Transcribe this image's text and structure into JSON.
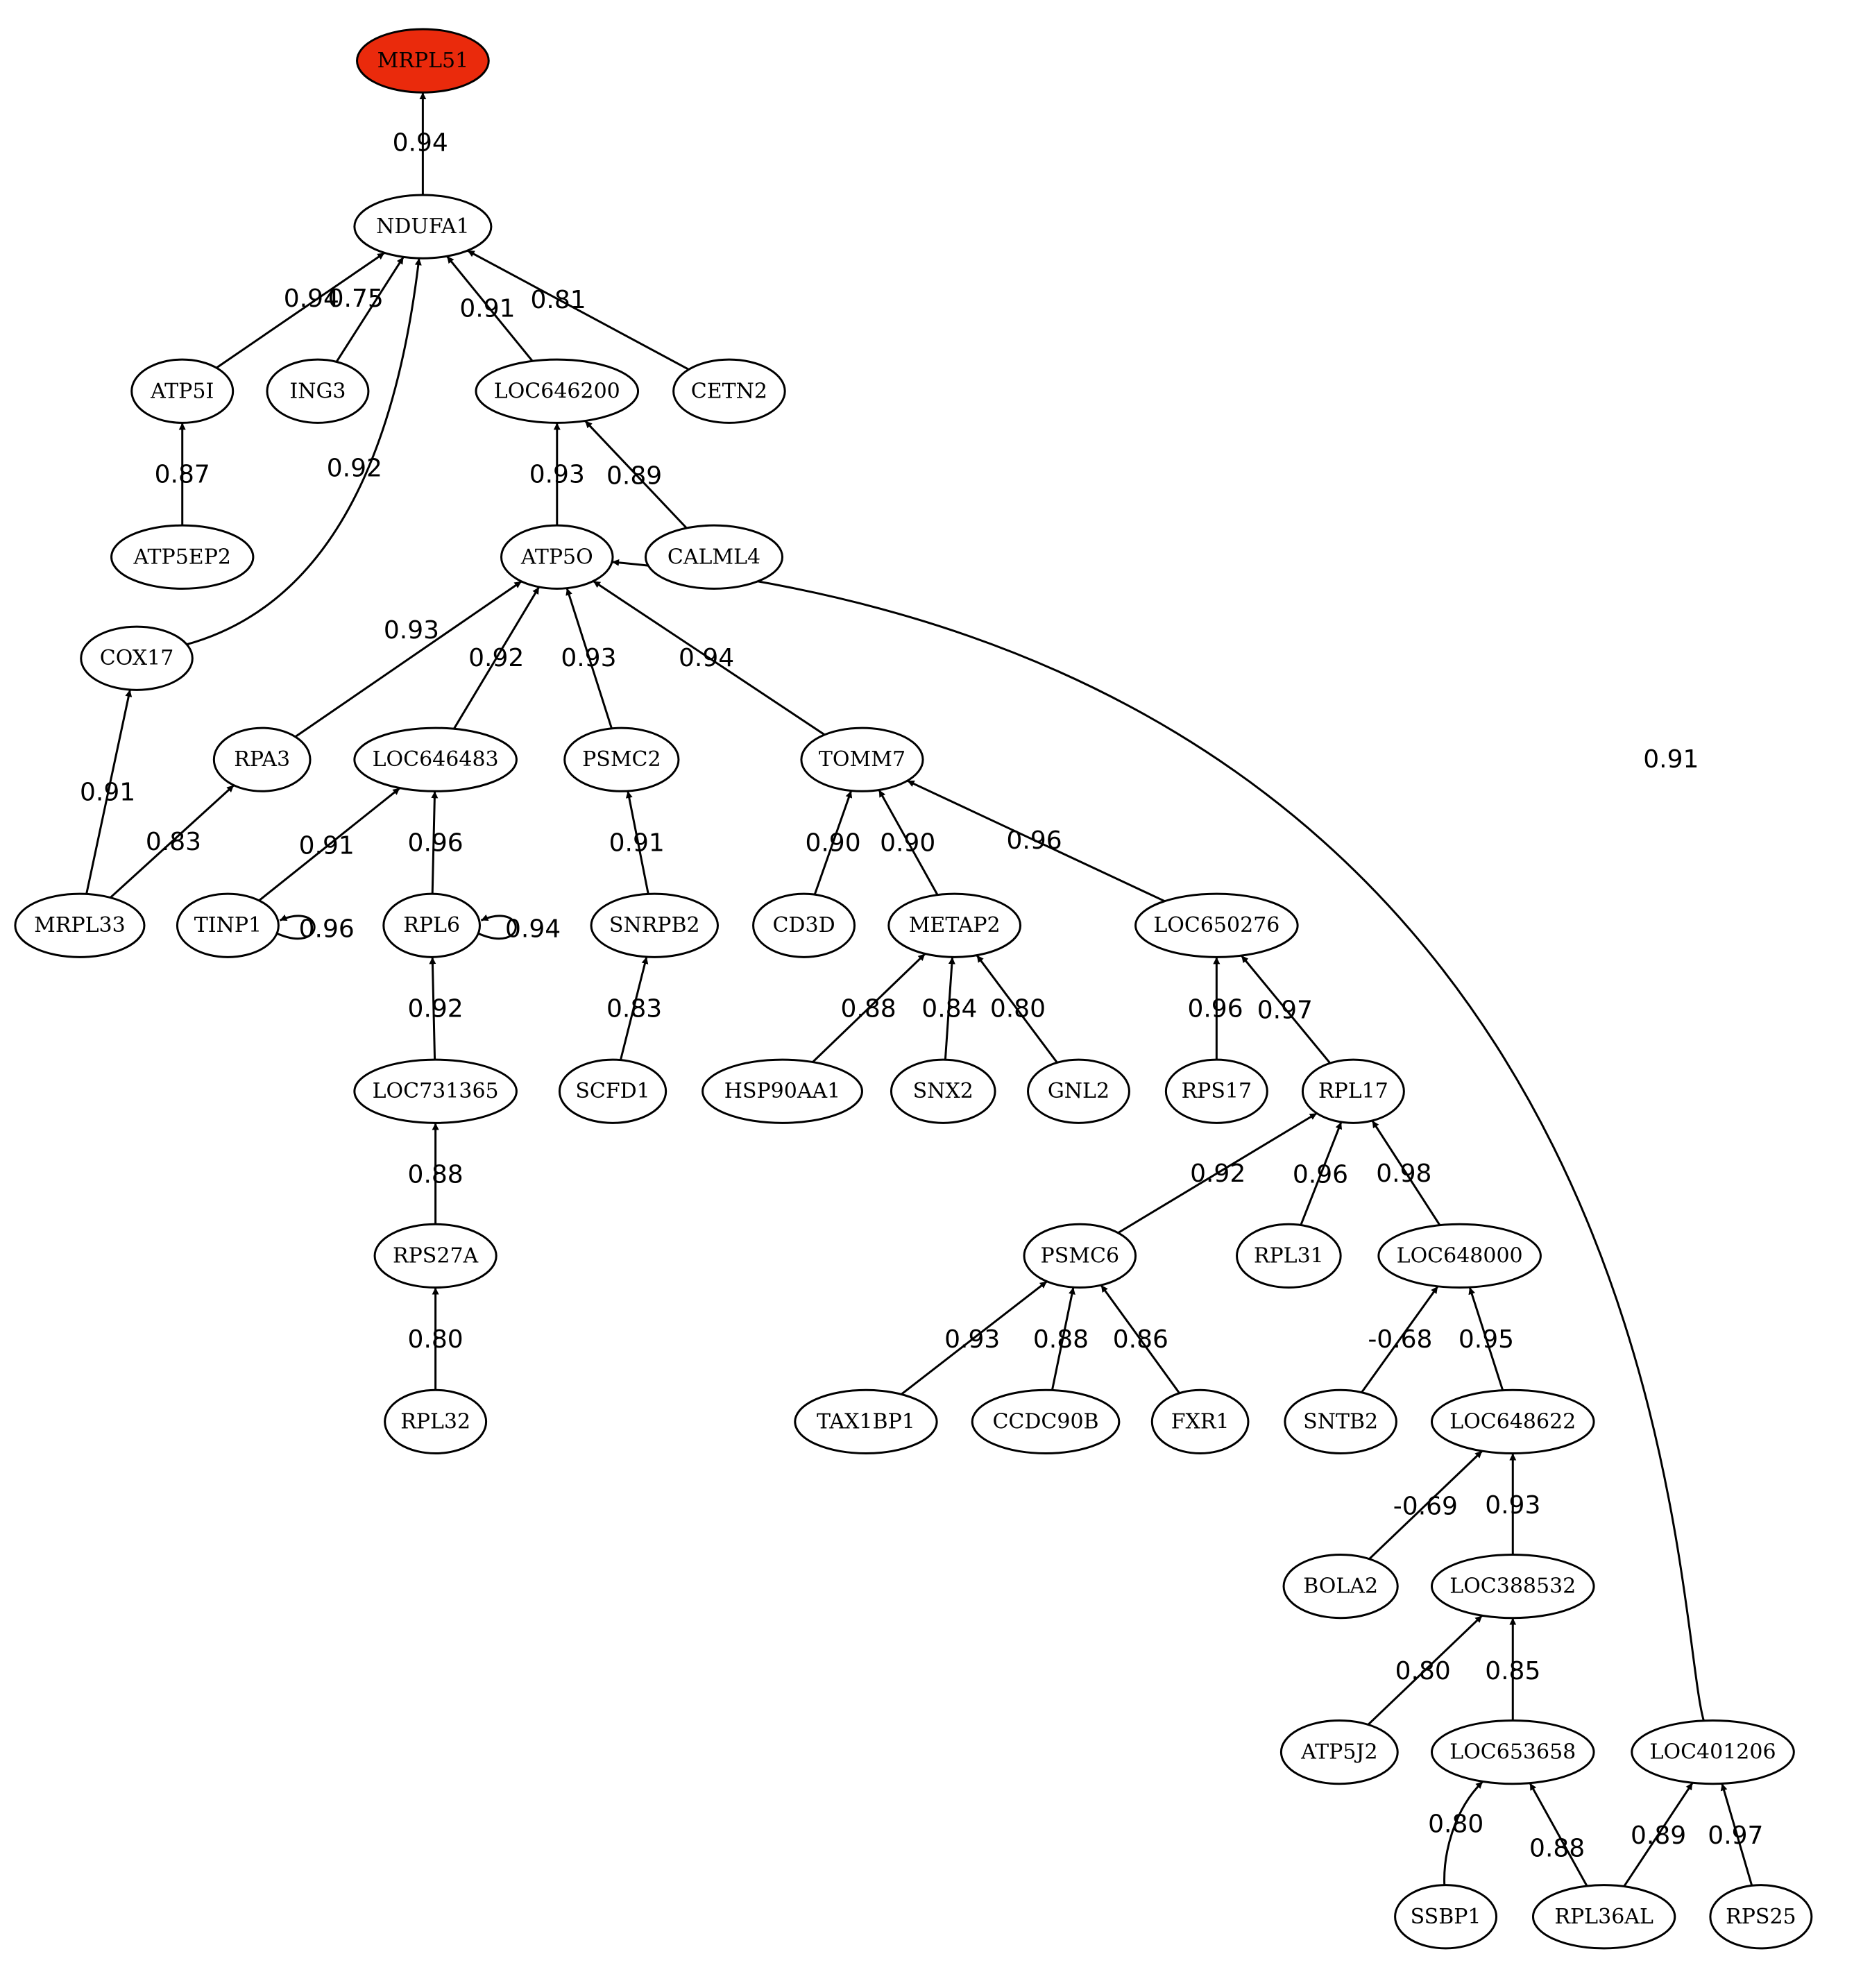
{
  "colors": {
    "root_fill": "#ea2a0c",
    "node_fill": "#ffffff",
    "stroke": "#000000"
  },
  "nodes": [
    {
      "id": "MRPL51",
      "label": "MRPL51",
      "root": true
    },
    {
      "id": "NDUFA1",
      "label": "NDUFA1"
    },
    {
      "id": "ATP5I",
      "label": "ATP5I"
    },
    {
      "id": "ING3",
      "label": "ING3"
    },
    {
      "id": "LOC646200",
      "label": "LOC646200"
    },
    {
      "id": "CETN2",
      "label": "CETN2"
    },
    {
      "id": "ATP5EP2",
      "label": "ATP5EP2"
    },
    {
      "id": "ATP5O",
      "label": "ATP5O"
    },
    {
      "id": "CALML4",
      "label": "CALML4"
    },
    {
      "id": "COX17",
      "label": "COX17"
    },
    {
      "id": "RPA3",
      "label": "RPA3"
    },
    {
      "id": "LOC646483",
      "label": "LOC646483"
    },
    {
      "id": "PSMC2",
      "label": "PSMC2"
    },
    {
      "id": "TOMM7",
      "label": "TOMM7"
    },
    {
      "id": "MRPL33",
      "label": "MRPL33"
    },
    {
      "id": "TINP1",
      "label": "TINP1"
    },
    {
      "id": "RPL6",
      "label": "RPL6"
    },
    {
      "id": "SNRPB2",
      "label": "SNRPB2"
    },
    {
      "id": "CD3D",
      "label": "CD3D"
    },
    {
      "id": "METAP2",
      "label": "METAP2"
    },
    {
      "id": "LOC650276",
      "label": "LOC650276"
    },
    {
      "id": "LOC731365",
      "label": "LOC731365"
    },
    {
      "id": "SCFD1",
      "label": "SCFD1"
    },
    {
      "id": "HSP90AA1",
      "label": "HSP90AA1"
    },
    {
      "id": "SNX2",
      "label": "SNX2"
    },
    {
      "id": "GNL2",
      "label": "GNL2"
    },
    {
      "id": "RPS17",
      "label": "RPS17"
    },
    {
      "id": "RPL17",
      "label": "RPL17"
    },
    {
      "id": "RPS27A",
      "label": "RPS27A"
    },
    {
      "id": "PSMC6",
      "label": "PSMC6"
    },
    {
      "id": "RPL31",
      "label": "RPL31"
    },
    {
      "id": "LOC648000",
      "label": "LOC648000"
    },
    {
      "id": "RPL32",
      "label": "RPL32"
    },
    {
      "id": "TAX1BP1",
      "label": "TAX1BP1"
    },
    {
      "id": "CCDC90B",
      "label": "CCDC90B"
    },
    {
      "id": "FXR1",
      "label": "FXR1"
    },
    {
      "id": "SNTB2",
      "label": "SNTB2"
    },
    {
      "id": "LOC648622",
      "label": "LOC648622"
    },
    {
      "id": "BOLA2",
      "label": "BOLA2"
    },
    {
      "id": "LOC388532",
      "label": "LOC388532"
    },
    {
      "id": "ATP5J2",
      "label": "ATP5J2"
    },
    {
      "id": "LOC653658",
      "label": "LOC653658"
    },
    {
      "id": "LOC401206",
      "label": "LOC401206"
    },
    {
      "id": "SSBP1",
      "label": "SSBP1"
    },
    {
      "id": "RPL36AL",
      "label": "RPL36AL"
    },
    {
      "id": "RPS25",
      "label": "RPS25"
    }
  ],
  "edges": [
    {
      "from": "NDUFA1",
      "to": "MRPL51",
      "weight": "0.94"
    },
    {
      "from": "ATP5I",
      "to": "NDUFA1",
      "weight": "0.94"
    },
    {
      "from": "ING3",
      "to": "NDUFA1",
      "weight": "0.75"
    },
    {
      "from": "LOC646200",
      "to": "NDUFA1",
      "weight": "0.91"
    },
    {
      "from": "CETN2",
      "to": "NDUFA1",
      "weight": "0.81"
    },
    {
      "from": "COX17",
      "to": "NDUFA1",
      "weight": "0.92"
    },
    {
      "from": "ATP5EP2",
      "to": "ATP5I",
      "weight": "0.87"
    },
    {
      "from": "ATP5O",
      "to": "LOC646200",
      "weight": "0.93"
    },
    {
      "from": "CALML4",
      "to": "LOC646200",
      "weight": "0.89"
    },
    {
      "from": "RPA3",
      "to": "ATP5O",
      "weight": "0.93"
    },
    {
      "from": "LOC646483",
      "to": "ATP5O",
      "weight": "0.92"
    },
    {
      "from": "PSMC2",
      "to": "ATP5O",
      "weight": "0.93"
    },
    {
      "from": "TOMM7",
      "to": "ATP5O",
      "weight": "0.94"
    },
    {
      "from": "LOC401206",
      "to": "ATP5O",
      "weight": "0.91"
    },
    {
      "from": "MRPL33",
      "to": "COX17",
      "weight": "0.91"
    },
    {
      "from": "MRPL33",
      "to": "RPA3",
      "weight": "0.83"
    },
    {
      "from": "TINP1",
      "to": "LOC646483",
      "weight": "0.91"
    },
    {
      "from": "RPL6",
      "to": "LOC646483",
      "weight": "0.96"
    },
    {
      "from": "TINP1",
      "to": "TINP1",
      "weight": "0.96"
    },
    {
      "from": "RPL6",
      "to": "RPL6",
      "weight": "0.94"
    },
    {
      "from": "SNRPB2",
      "to": "PSMC2",
      "weight": "0.91"
    },
    {
      "from": "CD3D",
      "to": "TOMM7",
      "weight": "0.90"
    },
    {
      "from": "METAP2",
      "to": "TOMM7",
      "weight": "0.90"
    },
    {
      "from": "LOC650276",
      "to": "TOMM7",
      "weight": "0.96"
    },
    {
      "from": "LOC731365",
      "to": "RPL6",
      "weight": "0.92"
    },
    {
      "from": "SCFD1",
      "to": "SNRPB2",
      "weight": "0.83"
    },
    {
      "from": "HSP90AA1",
      "to": "METAP2",
      "weight": "0.88"
    },
    {
      "from": "SNX2",
      "to": "METAP2",
      "weight": "0.84"
    },
    {
      "from": "GNL2",
      "to": "METAP2",
      "weight": "0.80"
    },
    {
      "from": "RPS17",
      "to": "LOC650276",
      "weight": "0.96"
    },
    {
      "from": "RPL17",
      "to": "LOC650276",
      "weight": "0.97"
    },
    {
      "from": "RPS27A",
      "to": "LOC731365",
      "weight": "0.88"
    },
    {
      "from": "PSMC6",
      "to": "RPL17",
      "weight": "0.92"
    },
    {
      "from": "RPL31",
      "to": "RPL17",
      "weight": "0.96"
    },
    {
      "from": "LOC648000",
      "to": "RPL17",
      "weight": "0.98"
    },
    {
      "from": "RPL32",
      "to": "RPS27A",
      "weight": "0.80"
    },
    {
      "from": "TAX1BP1",
      "to": "PSMC6",
      "weight": "0.93"
    },
    {
      "from": "CCDC90B",
      "to": "PSMC6",
      "weight": "0.88"
    },
    {
      "from": "FXR1",
      "to": "PSMC6",
      "weight": "0.86"
    },
    {
      "from": "SNTB2",
      "to": "LOC648000",
      "weight": "-0.68"
    },
    {
      "from": "LOC648622",
      "to": "LOC648000",
      "weight": "0.95"
    },
    {
      "from": "BOLA2",
      "to": "LOC648622",
      "weight": "-0.69"
    },
    {
      "from": "LOC388532",
      "to": "LOC648622",
      "weight": "0.93"
    },
    {
      "from": "ATP5J2",
      "to": "LOC388532",
      "weight": "0.80"
    },
    {
      "from": "LOC653658",
      "to": "LOC388532",
      "weight": "0.85"
    },
    {
      "from": "SSBP1",
      "to": "LOC653658",
      "weight": "0.80"
    },
    {
      "from": "RPL36AL",
      "to": "LOC653658",
      "weight": "0.88"
    },
    {
      "from": "RPL36AL",
      "to": "LOC401206",
      "weight": "0.89"
    },
    {
      "from": "RPS25",
      "to": "LOC401206",
      "weight": "0.97"
    }
  ]
}
